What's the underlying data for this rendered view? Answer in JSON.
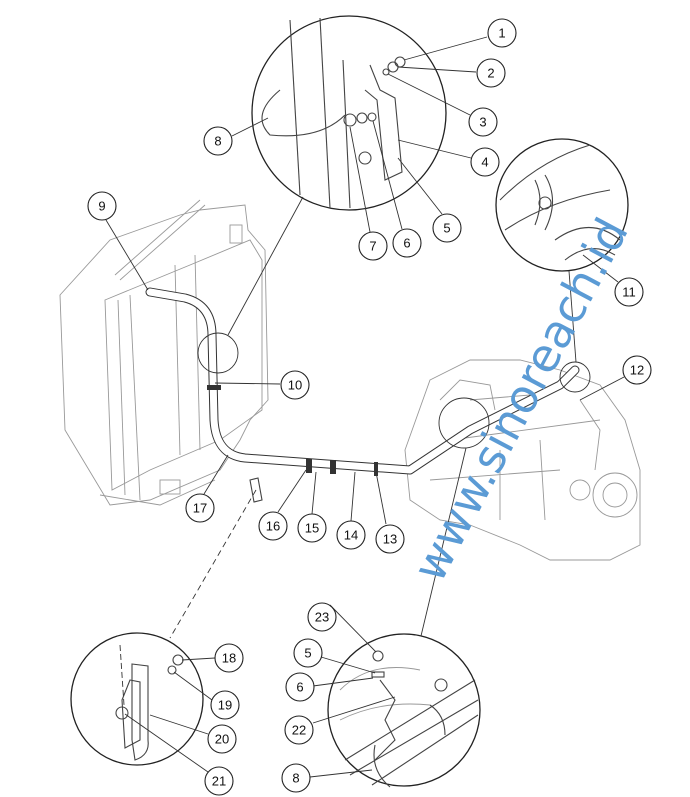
{
  "watermark": "www.sinoreach.id",
  "callouts": {
    "c1": "1",
    "c2": "2",
    "c3": "3",
    "c4": "4",
    "c5": "5",
    "c6": "6",
    "c7": "7",
    "c8": "8",
    "c9": "9",
    "c10": "10",
    "c11": "11",
    "c12": "12",
    "c13": "13",
    "c14": "14",
    "c15": "15",
    "c16": "16",
    "c17": "17",
    "c18": "18",
    "c19": "19",
    "c20": "20",
    "c21": "21",
    "c22": "22",
    "c23": "23",
    "c5b": "5",
    "c6b": "6",
    "c8b": "8"
  },
  "colors": {
    "watermark": "#5b9bd5",
    "line": "#222222"
  }
}
